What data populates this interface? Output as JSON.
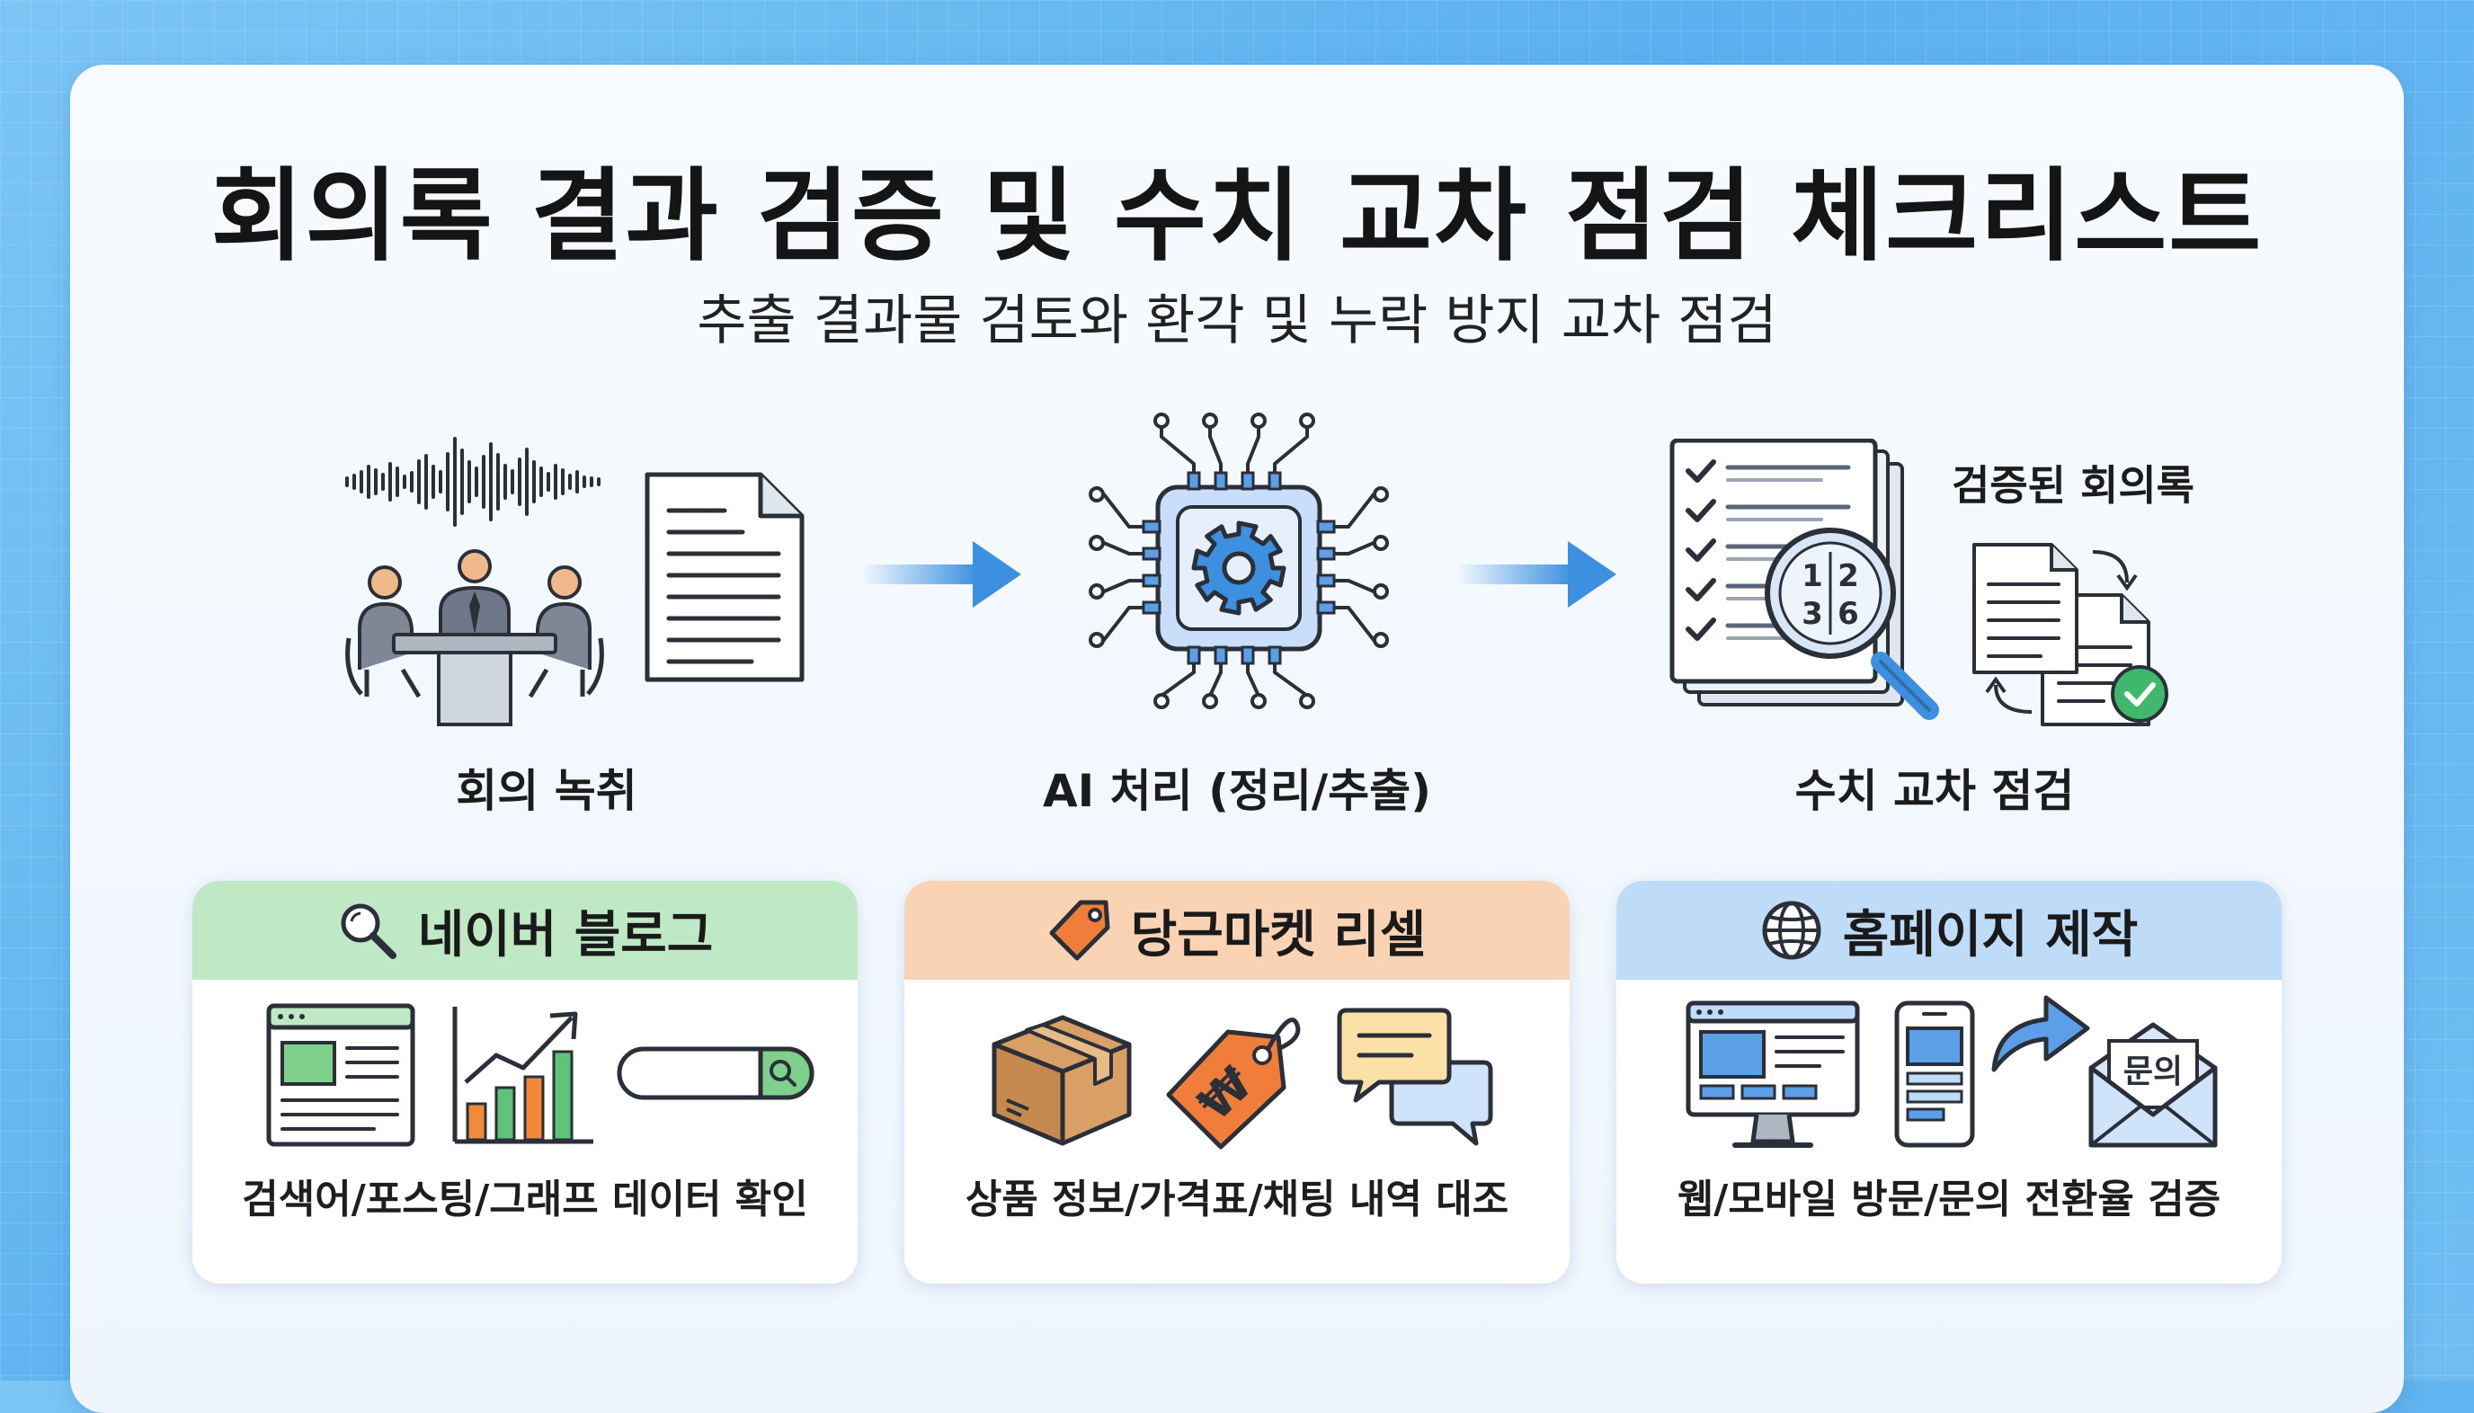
{
  "header": {
    "title": "회의록 결과 검증 및 수치 교차 점검 체크리스트",
    "subtitle": "추출 결과물 검토와 환각 및 누락 방지 교차 점검"
  },
  "flow": {
    "stages": [
      {
        "label": "회의 녹취",
        "icons": [
          "sound-wave-icon",
          "meeting-people-icon",
          "document-icon"
        ]
      },
      {
        "label": "AI 처리 (정리/추출)",
        "icons": [
          "ai-chip-gear-icon"
        ]
      },
      {
        "label": "수치 교차 점검",
        "icons": [
          "checklist-magnifier-icon",
          "verified-documents-icon"
        ],
        "note": "검증된 회의록"
      }
    ],
    "magnifier_digits": [
      "1",
      "2",
      "3",
      "6"
    ]
  },
  "cards": [
    {
      "title": "네이버 블로그",
      "icon": "search-icon",
      "header_color": "#bfe8c4",
      "items": [
        "web-page-icon",
        "growth-chart-icon",
        "search-bar-icon"
      ],
      "footer": "검색어/포스팅/그래프 데이터 확인"
    },
    {
      "title": "당근마켓 리셀",
      "icon": "price-tag-icon",
      "header_color": "#fad3b4",
      "items": [
        "box-icon",
        "won-price-tag-icon",
        "chat-bubbles-icon"
      ],
      "footer": "상품 정보/가격표/채팅 내역 대조",
      "tag_symbol": "₩"
    },
    {
      "title": "홈페이지 제작",
      "icon": "globe-icon",
      "header_color": "#bedcf7",
      "items": [
        "desktop-monitor-icon",
        "mobile-phone-icon",
        "forward-arrow-icon",
        "envelope-icon"
      ],
      "footer": "웹/모바일 방문/문의 전환율 검증",
      "envelope_label": "문의"
    }
  ],
  "colors": {
    "accent_blue": "#3d8fe0",
    "dark_stroke": "#2a2f38",
    "green_check": "#3fb86b"
  }
}
